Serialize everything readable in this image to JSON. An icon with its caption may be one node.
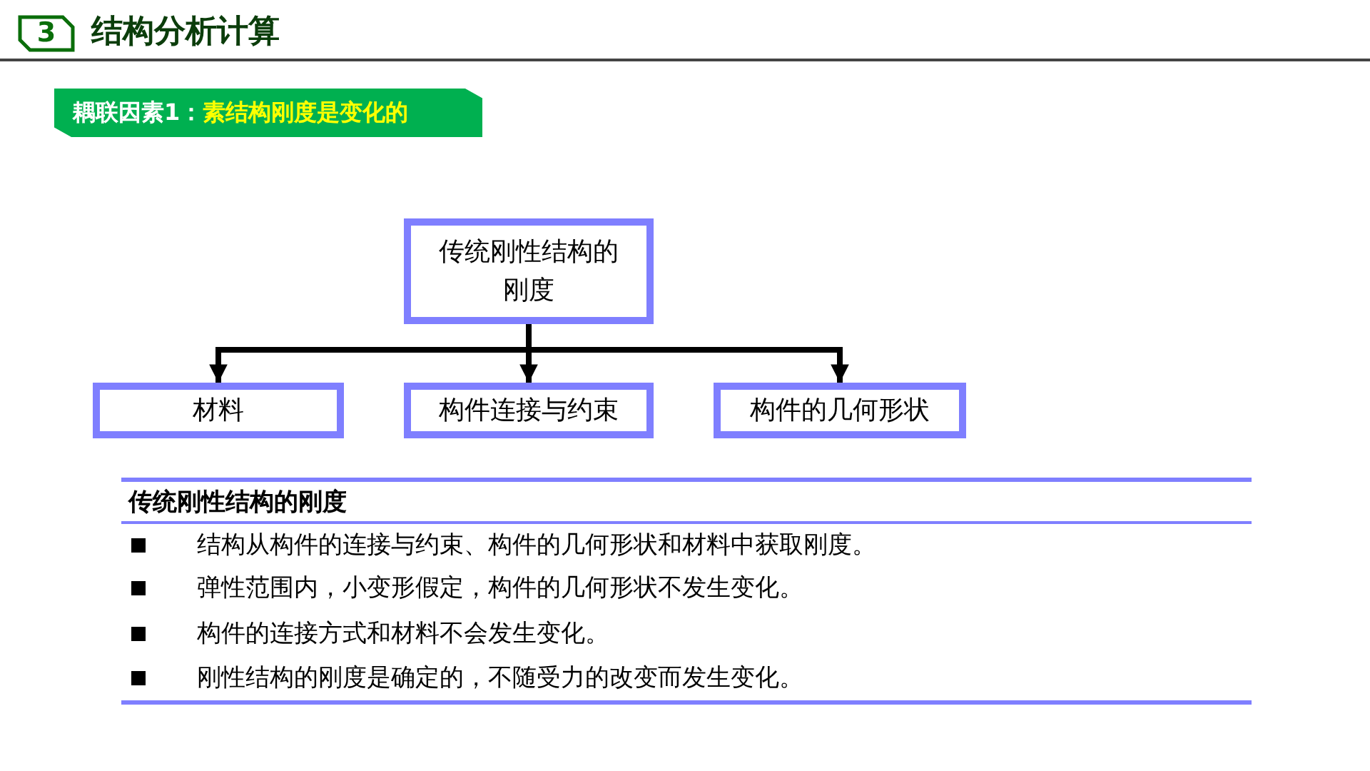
{
  "diagram": {
    "title": "结构分析计算",
    "nodes": [
      {
        "text": [
          "3"
        ]
      },
      {
        "text": [
          "耦联因素1：",
          "素结构刚度是变化的"
        ]
      },
      {
        "text": [
          "传统刚性结构的刚度"
        ]
      },
      {
        "text": [
          "材料"
        ]
      },
      {
        "text": [
          "构件连接与约束"
        ]
      },
      {
        "text": [
          "构件的几何形状"
        ]
      }
    ],
    "edges": [
      {
        "from": 2,
        "to": 3,
        "arrow": "to"
      },
      {
        "from": 2,
        "to": 4,
        "arrow": "to"
      },
      {
        "from": 2,
        "to": 5,
        "arrow": "to"
      }
    ],
    "labels": [
      "传统刚性结构的刚度",
      "结构从构件的连接与约束、构件的几何形状和材料中获取刚度。",
      "弹性范围内，小变形假定，构件的几何形状不发生变化。",
      "构件的连接方式和材料不会发生变化。",
      "刚性结构的刚度是确定的，不随受力的改变而发生变化。"
    ]
  }
}
